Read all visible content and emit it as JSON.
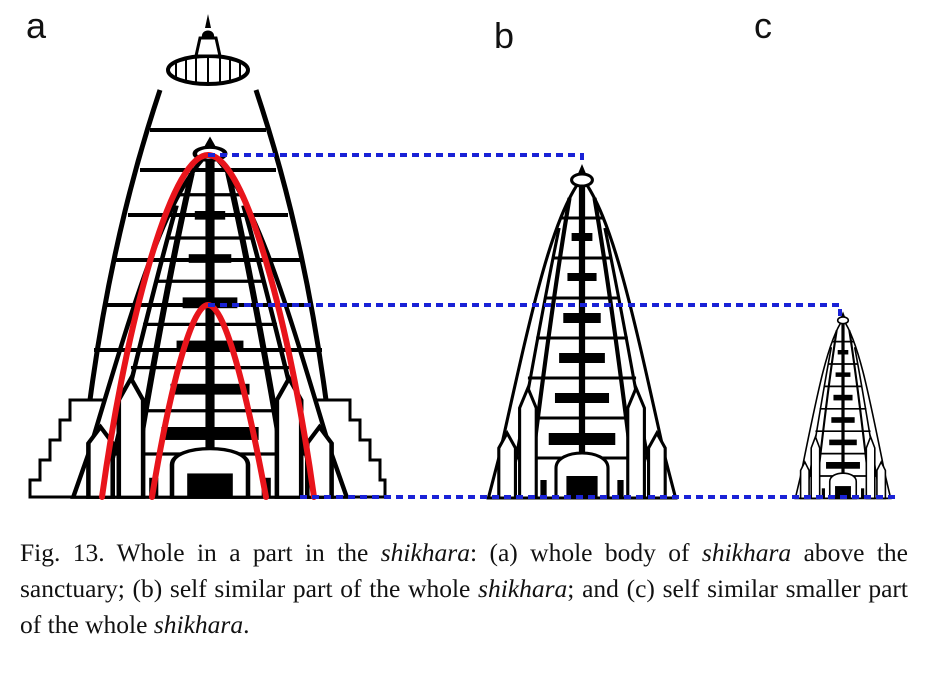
{
  "figure": {
    "panel_labels": {
      "a": "a",
      "b": "b",
      "c": "c"
    },
    "colors": {
      "outline": "#000000",
      "arch": "#e8141b",
      "guide": "#1a22d6"
    }
  },
  "caption": {
    "prefix": "Fig. 13.  Whole in a part in the ",
    "term1": "shikhara",
    "mid1": ": (a) whole body of ",
    "term2": "shikhara",
    "mid2": " above the sanctuary; (b) self similar part of the whole ",
    "term3": "shikhara",
    "mid3": "; and (c) self similar smaller part of the whole ",
    "term4": "shikhara",
    "suffix": "."
  }
}
